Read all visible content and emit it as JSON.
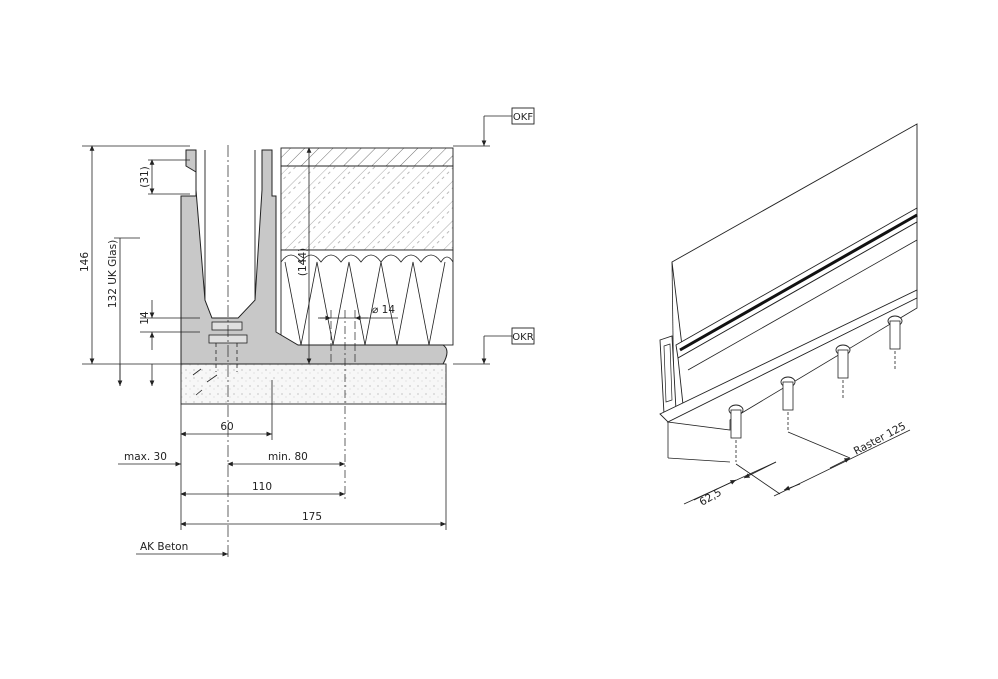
{
  "section": {
    "dimensions": {
      "d146": "146",
      "d31": "(31)",
      "d132": "132 UK Glas)",
      "d14": "14",
      "d144": "(144)",
      "dia14": "⌀ 14",
      "d60": "60",
      "max30": "max. 30",
      "min80": "min. 80",
      "d110": "110",
      "d175": "175",
      "ak_beton": "AK Beton"
    },
    "levels": {
      "okf": "OKF",
      "okr": "OKR"
    }
  },
  "isometric": {
    "raster": "Raster 125",
    "d625": "62,5"
  },
  "colors": {
    "profile": "#c8c8c8",
    "line": "#222222",
    "screed": "#f2f2f2"
  }
}
